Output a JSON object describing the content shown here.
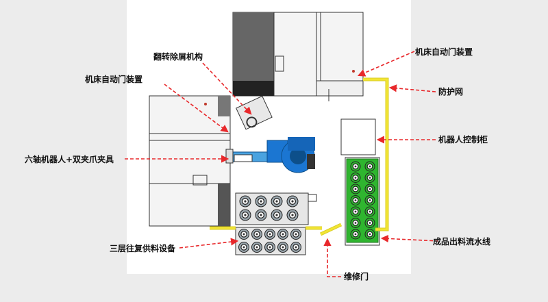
{
  "labels": {
    "flip_chip_removal": "翻转除屑机构",
    "machine_door_left": "机床自动门装置",
    "machine_door_right": "机床自动门装置",
    "guard_net": "防护网",
    "robot_controller": "机器人控制柜",
    "six_axis_robot": "六轴机器人+双夹爪夹具",
    "finished_conveyor": "成品出料流水线",
    "three_layer_feeder": "三层往复供料设备",
    "maintenance_door": "维修门"
  },
  "colors": {
    "background": "#ececec",
    "floor": "#ffffff",
    "arrow": "#e8282b",
    "guard_fence": "#f2e534",
    "robot": "#1b76d2",
    "conveyor_green": "#2fb52f",
    "machine_dark": "#555555"
  },
  "feeder_counts": {
    "top_rows": 2,
    "top_per_row": 4,
    "bottom_rows": 2,
    "bottom_per_row": 5
  },
  "conveyor_counts": {
    "columns": 2,
    "rows": 7
  }
}
